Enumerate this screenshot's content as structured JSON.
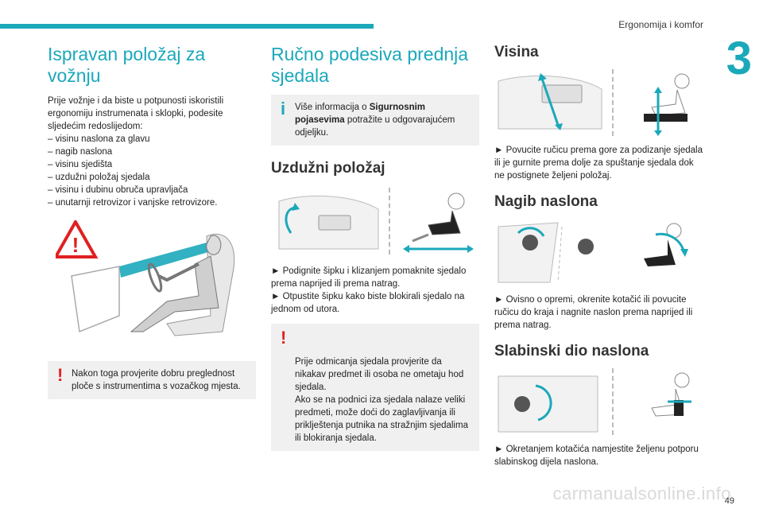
{
  "header": {
    "section": "Ergonomija i komfor",
    "chapter": "3",
    "accent": "#1ba8ba"
  },
  "col1": {
    "title": "Ispravan položaj za vožnju",
    "intro": "Prije vožnje i da biste u potpunosti iskoristili ergonomiju instrumenata i sklopki, podesite sljedećim redoslijedom:",
    "list": [
      "–  visinu naslona za glavu",
      "–  nagib naslona",
      "–  visinu sjedišta",
      "–  uzdužni položaj sjedala",
      "–  visinu i dubinu obruča upravljača",
      "–  unutarnji retrovizor i vanjske retrovizore."
    ],
    "warning": "Nakon toga provjerite dobru preglednost ploče s instrumentima s vozačkog mjesta."
  },
  "col2": {
    "title": "Ručno podesiva prednja sjedala",
    "info_pre": "Više informacija o ",
    "info_bold": "Sigurnosnim pojasevima",
    "info_post": " potražite u odgovarajućem odjeljku.",
    "sub_title": "Uzdužni položaj",
    "step1": "► Podignite šipku i klizanjem pomaknite sjedalo prema naprijed ili prema natrag.",
    "step2": "► Otpustite šipku kako biste blokirali sjedalo na jednom od utora.",
    "warning": "Prije odmicanja sjedala provjerite da nikakav predmet ili osoba ne ometaju hod sjedala.\nAko se na podnici iza sjedala nalaze veliki predmeti, može doći do zaglavljivanja ili priklještenja putnika na stražnjim sjedalima ili blokiranja sjedala."
  },
  "col3": {
    "visina_title": "Visina",
    "visina_text": "► Povucite ručicu prema gore za podizanje sjedala ili je gurnite prema dolje za spuštanje sjedala dok ne postignete željeni položaj.",
    "nagib_title": "Nagib naslona",
    "nagib_text": "► Ovisno o opremi, okrenite kotačić ili povucite ručicu do kraja i nagnite naslon prema naprijed ili prema natrag.",
    "slab_title": "Slabinski dio naslona",
    "slab_text": "► Okretanjem kotačića namjestite željenu potporu slabinskog dijela naslona."
  },
  "footer": {
    "page": "49",
    "watermark": "carmanualsonline.info"
  }
}
